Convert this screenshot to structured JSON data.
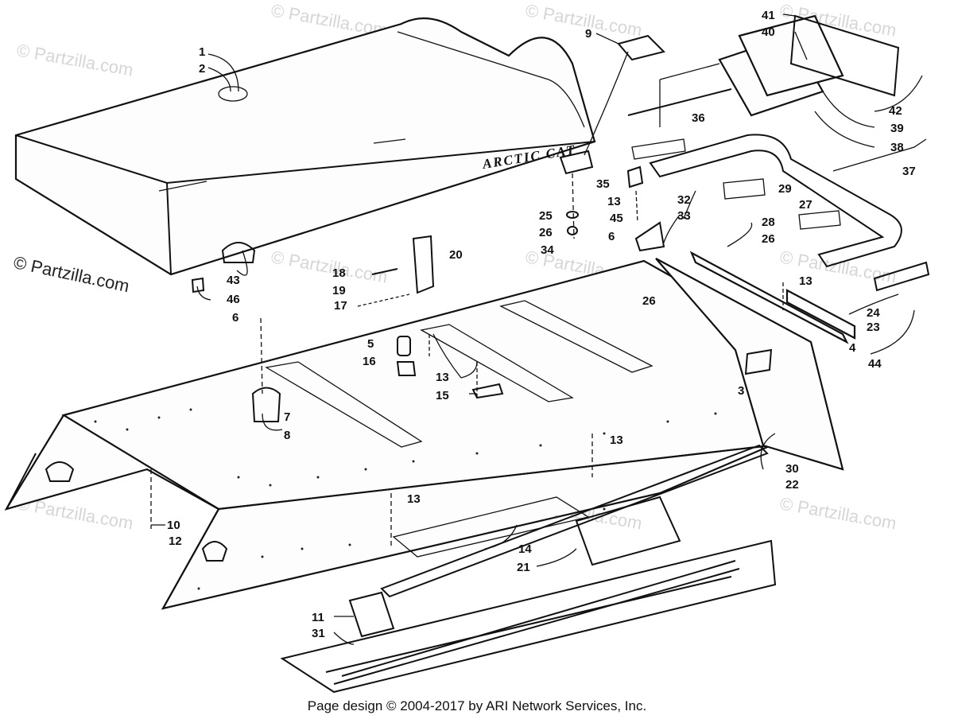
{
  "watermark_text": "© Partzilla.com",
  "side_watermark": "© Partzilla.com",
  "brand_decal": "ARCTIC CAT",
  "copyright": "Page design © 2004-2017 by ARI Network Services, Inc.",
  "labels": {
    "l1": "1",
    "l2": "2",
    "l3": "3",
    "l4": "4",
    "l5": "5",
    "l6": "6",
    "l6b": "6",
    "l7": "7",
    "l8": "8",
    "l9": "9",
    "l10": "10",
    "l11": "11",
    "l12": "12",
    "l13a": "13",
    "l13b": "13",
    "l13c": "13",
    "l13d": "13",
    "l13e": "13",
    "l14": "14",
    "l15": "15",
    "l16": "16",
    "l17": "17",
    "l18": "18",
    "l19": "19",
    "l20": "20",
    "l21": "21",
    "l22": "22",
    "l23": "23",
    "l24": "24",
    "l25": "25",
    "l26a": "26",
    "l26b": "26",
    "l26c": "26",
    "l27": "27",
    "l28": "28",
    "l29": "29",
    "l30": "30",
    "l31": "31",
    "l32": "32",
    "l33": "33",
    "l34": "34",
    "l35": "35",
    "l36": "36",
    "l37": "37",
    "l38": "38",
    "l39": "39",
    "l40": "40",
    "l41": "41",
    "l42": "42",
    "l43": "43",
    "l44": "44",
    "l45": "45",
    "l46": "46"
  }
}
